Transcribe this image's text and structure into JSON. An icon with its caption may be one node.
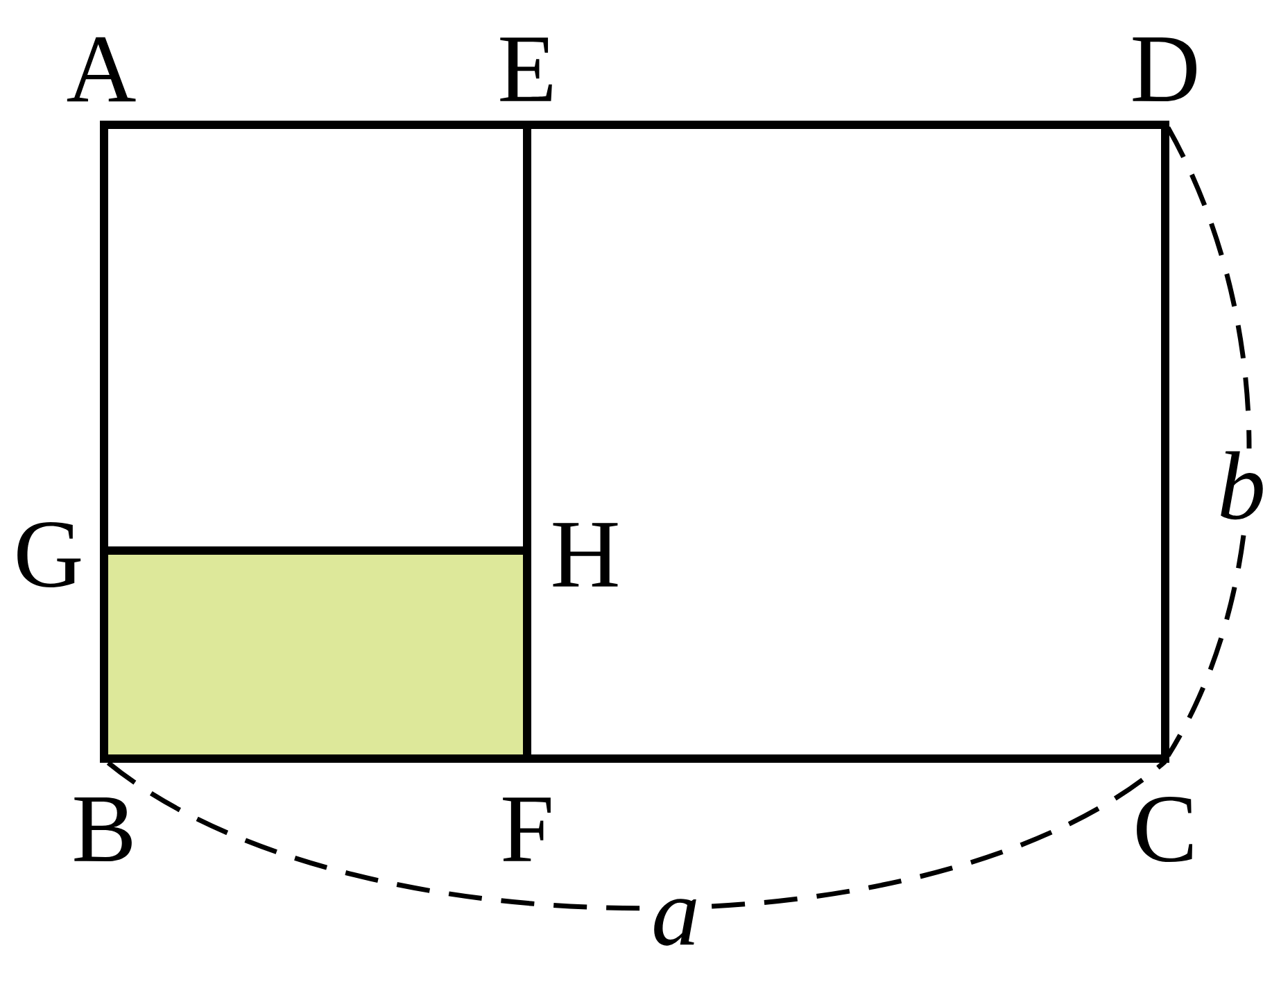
{
  "diagram": {
    "labels": [
      "A",
      "E",
      "D",
      "G",
      "H",
      "b",
      "B",
      "F",
      "C",
      "a"
    ]
  }
}
